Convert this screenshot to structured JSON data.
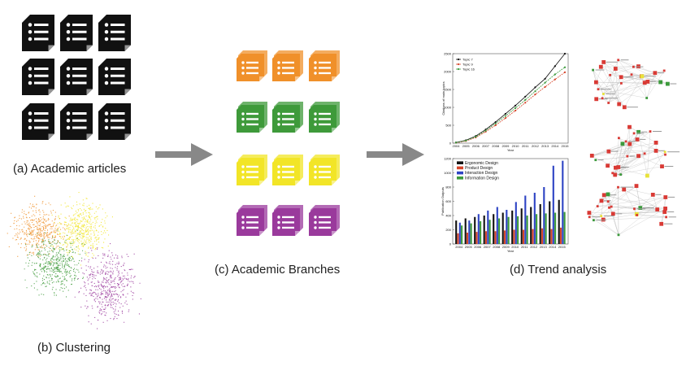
{
  "captions": {
    "a": "(a) Academic articles",
    "b": "(b) Clustering",
    "c": "(c) Academic Branches",
    "d": "(d) Trend analysis"
  },
  "colors": {
    "articles": "#111111",
    "orange": "#F0902A",
    "green": "#3E9A3A",
    "yellow": "#F2E527",
    "purple": "#9A3A9C",
    "arrow": "#888888"
  },
  "icons": {
    "article": "document-list-icon",
    "arrow": "right-arrow-icon"
  },
  "chart_data": [
    {
      "type": "line",
      "xlabel": "Year",
      "ylabel": "Citations of main topics",
      "x": [
        "2004",
        "2005",
        "2006",
        "2007",
        "2008",
        "2009",
        "2010",
        "2011",
        "2012",
        "2013",
        "2014",
        "2015"
      ],
      "ylim": [
        0,
        2500
      ],
      "yticks": [
        "0",
        "500",
        "1000",
        "1500",
        "2000",
        "2500"
      ],
      "legend_position": "top-left",
      "series": [
        {
          "name": "Topic 7",
          "color": "#111111",
          "values": [
            20,
            80,
            200,
            380,
            590,
            820,
            1050,
            1300,
            1560,
            1800,
            2150,
            2500
          ]
        },
        {
          "name": "Topic 9",
          "color": "#d6452a",
          "values": [
            10,
            60,
            160,
            320,
            500,
            700,
            910,
            1130,
            1360,
            1570,
            1780,
            1980
          ]
        },
        {
          "name": "Topic 16",
          "color": "#3c9a3c",
          "values": [
            15,
            70,
            180,
            350,
            550,
            760,
            980,
            1210,
            1450,
            1690,
            1920,
            2120
          ]
        }
      ]
    },
    {
      "type": "bar",
      "xlabel": "Year",
      "ylabel": "Publication Outputs",
      "categories": [
        "2004",
        "2005",
        "2006",
        "2007",
        "2008",
        "2009",
        "2010",
        "2011",
        "2012",
        "2013",
        "2014",
        "2015"
      ],
      "ylim": [
        0,
        1200
      ],
      "yticks": [
        "0",
        "200",
        "400",
        "600",
        "800",
        "1000",
        "1200"
      ],
      "legend_position": "top-left",
      "series": [
        {
          "name": "Ergonomic Design",
          "color": "#111111",
          "values": [
            330,
            360,
            380,
            400,
            420,
            440,
            470,
            500,
            520,
            560,
            600,
            620
          ]
        },
        {
          "name": "Product Design",
          "color": "#d6452a",
          "values": [
            150,
            160,
            170,
            180,
            180,
            190,
            200,
            200,
            210,
            220,
            210,
            230
          ]
        },
        {
          "name": "Interaction Design",
          "color": "#2e44c4",
          "values": [
            300,
            330,
            420,
            470,
            520,
            480,
            590,
            680,
            720,
            800,
            1100,
            1170
          ]
        },
        {
          "name": "Information Design",
          "color": "#3c9a3c",
          "values": [
            260,
            290,
            320,
            340,
            360,
            380,
            390,
            400,
            420,
            430,
            440,
            450
          ]
        }
      ]
    }
  ]
}
